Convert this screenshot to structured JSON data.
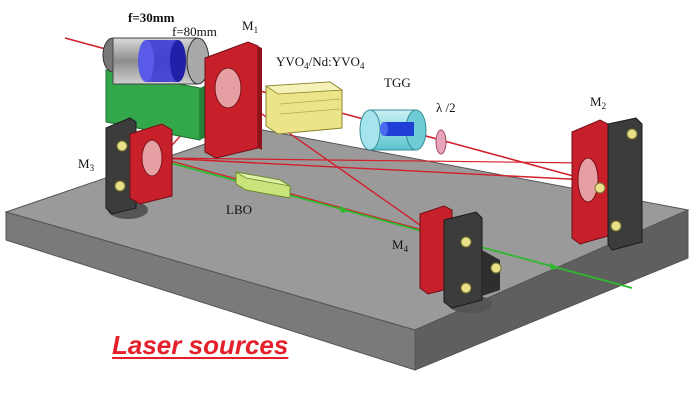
{
  "labels": {
    "lens_f30": "f=30mm",
    "lens_f80": "f=80mm",
    "m1": "M",
    "m1_sub": "1",
    "crystal": "YVO",
    "crystal_sub1": "4",
    "crystal_mid": "/Nd:YVO",
    "crystal_sub2": "4",
    "tgg": "TGG",
    "halfwave": "λ /2",
    "m2": "M",
    "m2_sub": "2",
    "m3": "M",
    "m3_sub": "3",
    "lbo": "LBO",
    "m4": "M",
    "m4_sub": "4"
  },
  "caption": "Laser sources",
  "colors": {
    "table": "#8f8f8f",
    "mount_red": "#c8202a",
    "mount_dark": "#3c3c3c",
    "screw": "#e8e08a",
    "beam_red": "#d2202a",
    "beam_green": "#2fb82f",
    "crystal": "#ece489",
    "tgg": "#7fd6e0",
    "lens_box": "#33a84a",
    "caption": "#e5202a"
  }
}
